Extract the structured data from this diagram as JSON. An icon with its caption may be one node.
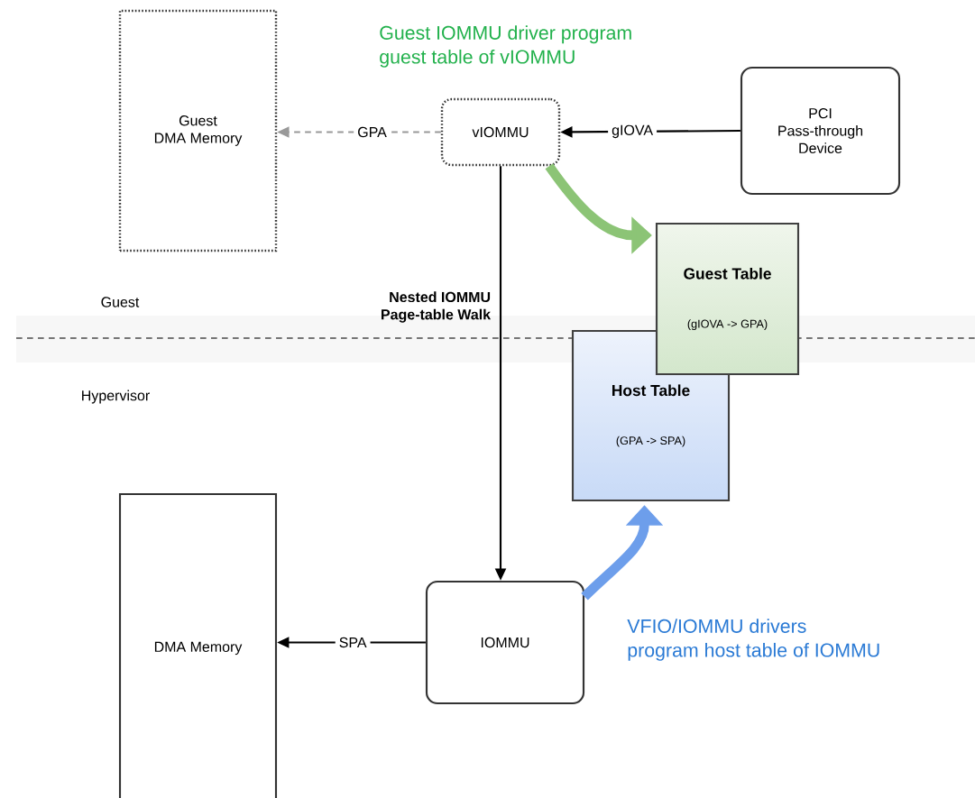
{
  "diagram": {
    "nodes": [
      {
        "text": [
          "Guest DMA Memory"
        ]
      },
      {
        "text": [
          "vIOMMU"
        ]
      },
      {
        "text": [
          "PCI Pass-through Device"
        ]
      },
      {
        "text": [
          "Guest Table",
          "(gIOVA -> GPA)"
        ]
      },
      {
        "text": [
          "Host Table",
          "(GPA -> SPA)"
        ]
      },
      {
        "text": [
          "IOMMU"
        ]
      },
      {
        "text": [
          "DMA Memory"
        ]
      }
    ],
    "edges": [
      {
        "from": 1,
        "to": 0,
        "arrow": "to",
        "label": "GPA",
        "style": "dashed",
        "color": "#999999"
      },
      {
        "from": 2,
        "to": 1,
        "arrow": "to",
        "label": "gIOVA"
      },
      {
        "from": 1,
        "to": 5,
        "arrow": "to",
        "label": "Nested IOMMU Page-table Walk"
      },
      {
        "from": 5,
        "to": 6,
        "arrow": "to",
        "label": "SPA"
      },
      {
        "from": 1,
        "to": 3,
        "arrow": "to",
        "style": "thick",
        "color": "#8cc476"
      },
      {
        "from": 5,
        "to": 4,
        "arrow": "to",
        "style": "thick",
        "color": "#6d9eeb"
      }
    ],
    "labels": [
      "Guest IOMMU driver program guest table of vIOMMU",
      "Guest",
      "Hypervisor",
      "VFIO/IOMMU drivers program host table of IOMMU"
    ]
  }
}
